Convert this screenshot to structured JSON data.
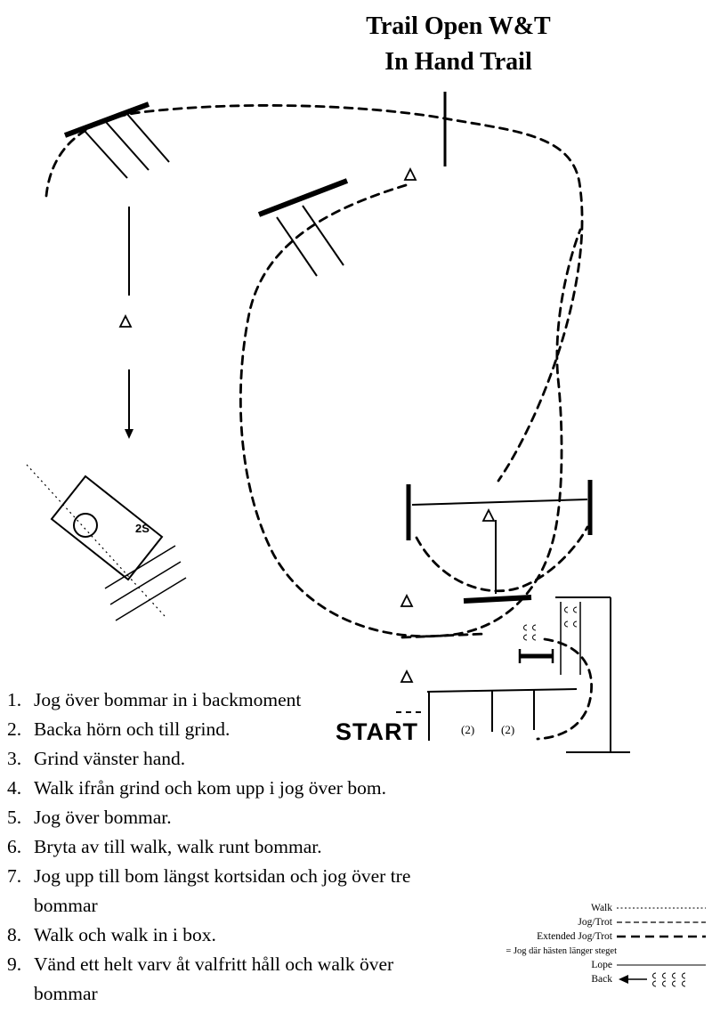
{
  "title": {
    "line1": "Trail Open W&T",
    "line2": "In Hand Trail"
  },
  "diagram": {
    "start_label": "START",
    "gate_label": "2S",
    "pole_label_left": "(2)",
    "pole_label_right": "(2)"
  },
  "instructions": [
    {
      "num": "1.",
      "text": "Jog över bommar in i backmoment"
    },
    {
      "num": "2.",
      "text": "Backa hörn och till grind."
    },
    {
      "num": "3.",
      "text": "Grind vänster hand."
    },
    {
      "num": "4.",
      "text": "Walk ifrån grind och kom upp i jog över bom."
    },
    {
      "num": "5.",
      "text": "Jog över bommar."
    },
    {
      "num": "6.",
      "text": "Bryta av till walk, walk runt bommar."
    },
    {
      "num": "7.",
      "text": "Jog upp till bom längst kortsidan och jog över tre bommar"
    },
    {
      "num": "8.",
      "text": "Walk och walk in i box."
    },
    {
      "num": "9.",
      "text": "Vänd ett helt varv åt valfritt håll och walk över bommar"
    }
  ],
  "legend": {
    "walk": "Walk",
    "jog_trot": "Jog/Trot",
    "extended": "Extended Jog/Trot",
    "note": "= Jog där hästen länger steget",
    "lope": "Lope",
    "back": "Back"
  },
  "colors": {
    "ink": "#000000",
    "paper": "#ffffff"
  }
}
